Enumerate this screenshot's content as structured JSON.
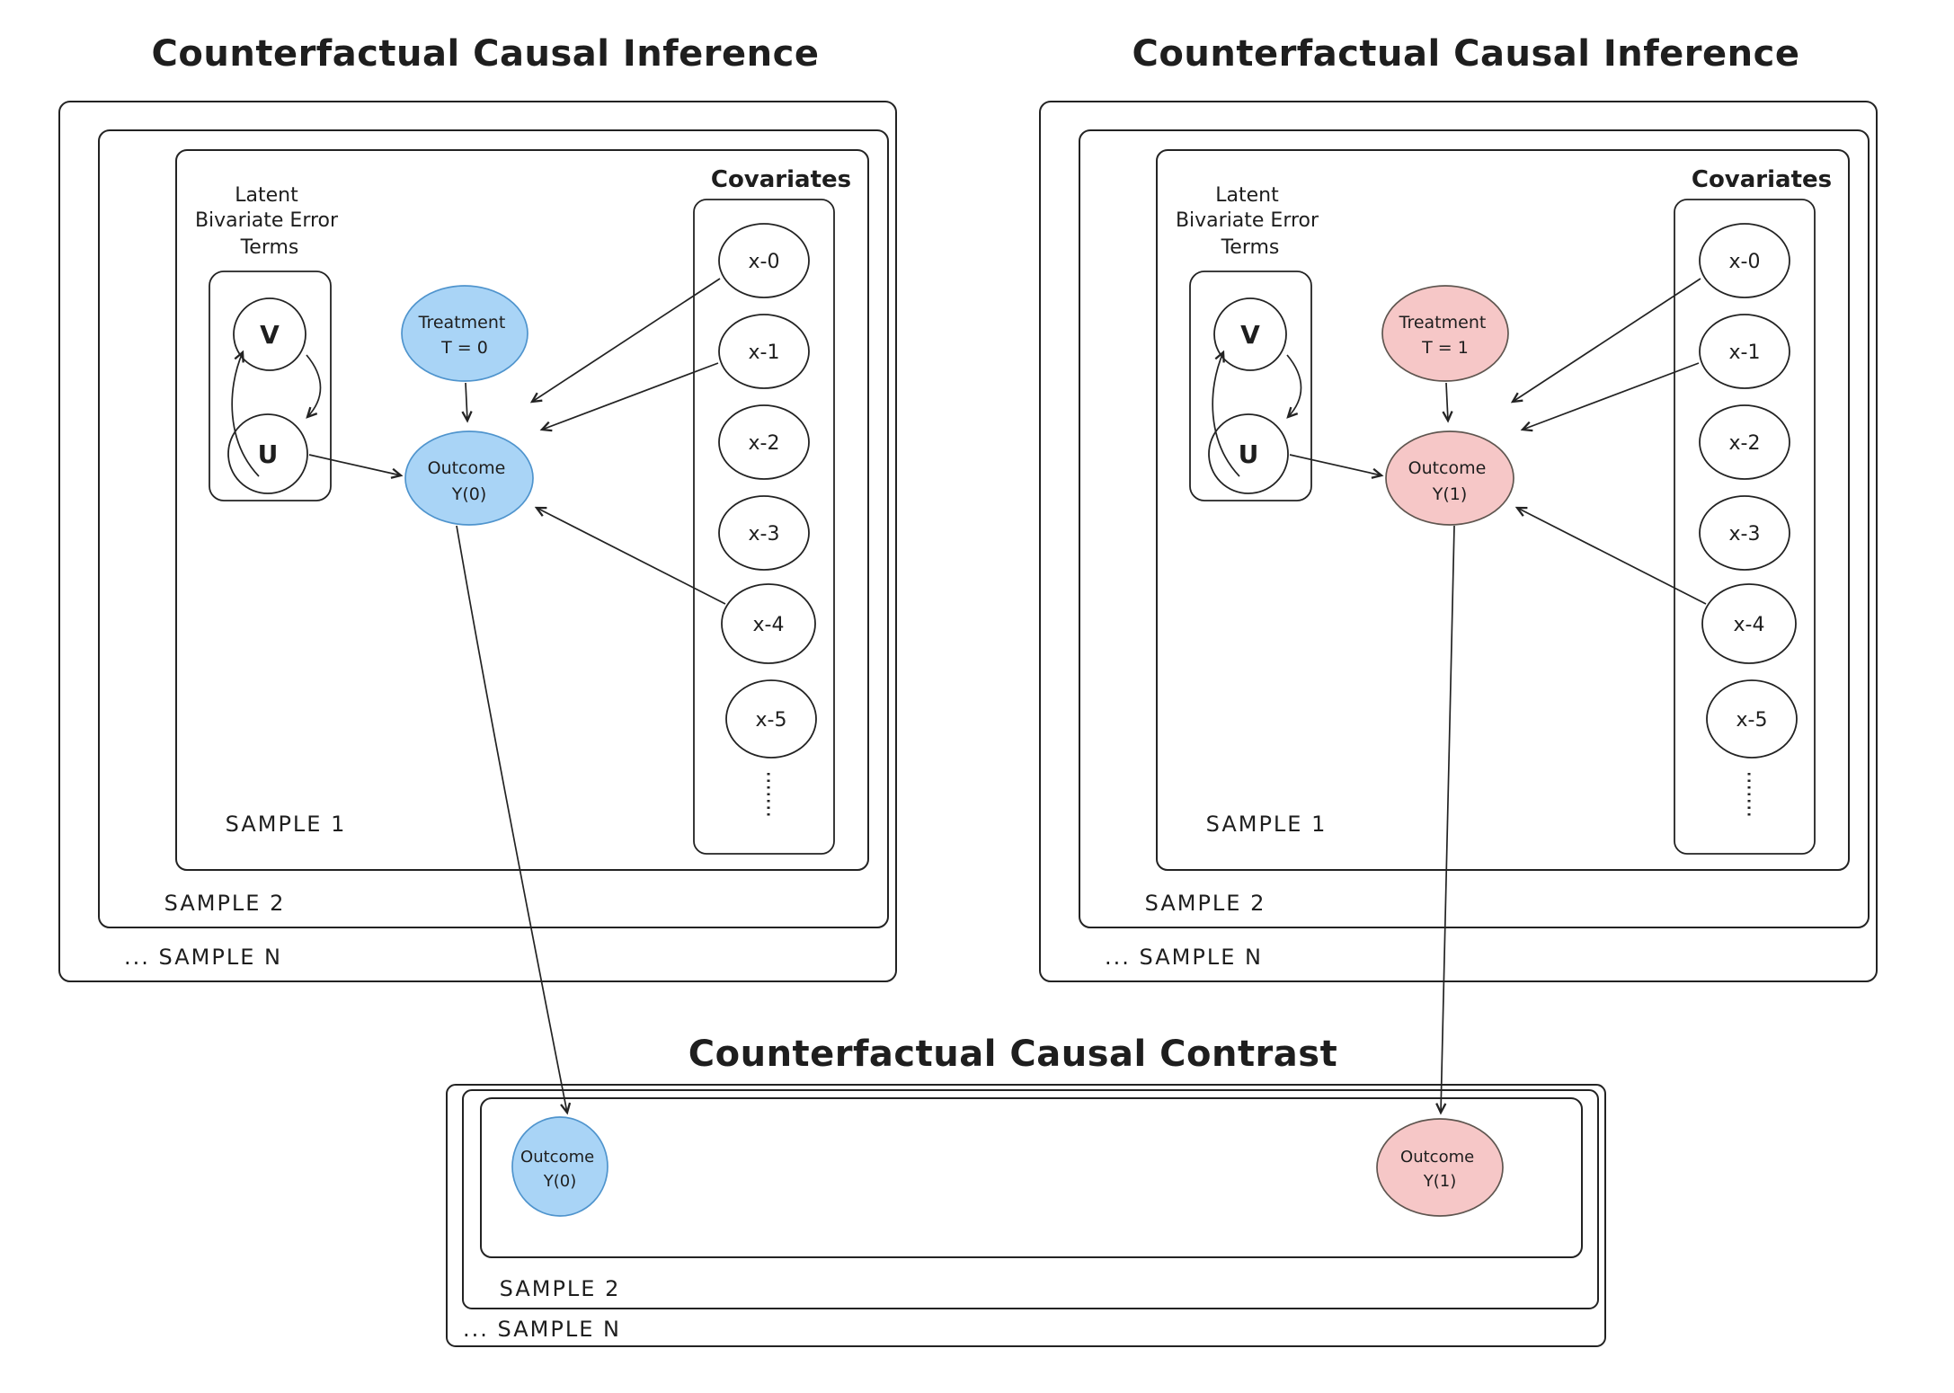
{
  "colors": {
    "background": "#ffffff",
    "ink": "#232323",
    "text": "#1e1e1e",
    "blue_fill": "#a9d4f6",
    "blue_stroke": "#4f94cd",
    "pink_fill": "#f6c7c7",
    "pink_stroke": "#5f5650"
  },
  "panel_left": {
    "title": "Counterfactual Causal Inference",
    "latent_label": {
      "line1": "Latent",
      "line2": "Bivariate Error",
      "line3": "Terms"
    },
    "v_node": "V",
    "u_node": "U",
    "treatment": {
      "line1": "Treatment",
      "line2": "T = 0"
    },
    "outcome": {
      "line1": "Outcome",
      "line2": "Y(0)"
    },
    "covariates_title": "Covariates",
    "covariates": [
      "x-0",
      "x-1",
      "x-2",
      "x-3",
      "x-4",
      "x-5"
    ],
    "sample1": "SAMPLE 1",
    "sample2": "SAMPLE 2",
    "sampleN": "... SAMPLE N"
  },
  "panel_right": {
    "title": "Counterfactual Causal Inference",
    "latent_label": {
      "line1": "Latent",
      "line2": "Bivariate Error",
      "line3": "Terms"
    },
    "v_node": "V",
    "u_node": "U",
    "treatment": {
      "line1": "Treatment",
      "line2": "T = 1"
    },
    "outcome": {
      "line1": "Outcome",
      "line2": "Y(1)"
    },
    "covariates_title": "Covariates",
    "covariates": [
      "x-0",
      "x-1",
      "x-2",
      "x-3",
      "x-4",
      "x-5"
    ],
    "sample1": "SAMPLE 1",
    "sample2": "SAMPLE 2",
    "sampleN": "... SAMPLE N"
  },
  "contrast": {
    "title": "Counterfactual Causal Contrast",
    "outcome_left": {
      "line1": "Outcome",
      "line2": "Y(0)"
    },
    "outcome_right": {
      "line1": "Outcome",
      "line2": "Y(1)"
    },
    "sample2": "SAMPLE 2",
    "sampleN": "... SAMPLE N"
  }
}
